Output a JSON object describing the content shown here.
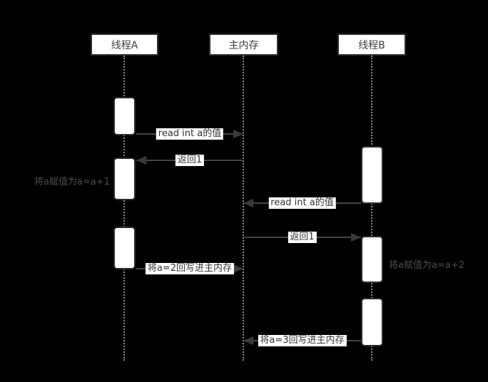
{
  "diagram": {
    "type": "uml-sequence-diagram",
    "title": "Java memory model thread interaction",
    "background_color": "#000000",
    "colors": {
      "participant_fill": "#ffffff",
      "participant_border": "#2f2f2f",
      "participant_text": "#3d3d3d",
      "lifeline": "#8a8a8a",
      "arrow_line": "#454545",
      "arrowhead": "#3a3a3a",
      "message_label_bg": "#ffffff",
      "message_label_text": "#333333",
      "note_text": "#4c4c4c"
    },
    "participants": [
      {
        "name": "线程A"
      },
      {
        "name": "主内存"
      },
      {
        "name": "线程B"
      }
    ],
    "messages": [
      {
        "label": "read int a的值",
        "from": "线程A",
        "to": "主内存",
        "direction": "right"
      },
      {
        "label": "返回1",
        "from": "主内存",
        "to": "线程A",
        "direction": "left"
      },
      {
        "label": "read int a的值",
        "from": "线程B",
        "to": "主内存",
        "direction": "left"
      },
      {
        "label": "返回1",
        "from": "主内存",
        "to": "线程B",
        "direction": "right"
      },
      {
        "label": "将a=2回写进主内存",
        "from": "线程A",
        "to": "主内存",
        "direction": "right"
      },
      {
        "label": "将a=3回写进主内存",
        "from": "线程B",
        "to": "主内存",
        "direction": "left"
      }
    ],
    "notes": [
      {
        "text": "将a赋值为a=a+1",
        "attached_to": "线程A"
      },
      {
        "text": "将a赋值为a=a+2",
        "attached_to": "线程B"
      }
    ]
  }
}
